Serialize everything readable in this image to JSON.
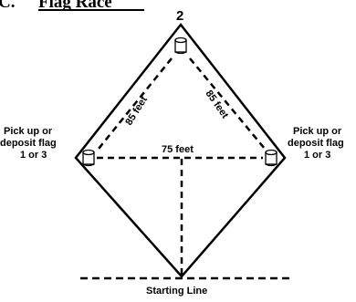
{
  "title": {
    "letter": "C.",
    "text": "Flag Race"
  },
  "markers": {
    "top_number": "2"
  },
  "labels": {
    "left_line1": "Pick up or",
    "left_line2": "deposit flag",
    "left_line3": "1 or 3",
    "right_line1": "Pick up or",
    "right_line2": "deposit flag",
    "right_line3": "1 or 3",
    "bottom": "Starting Line"
  },
  "dimensions": {
    "left_diagonal": "85 feet",
    "right_diagonal": "85 feet",
    "horizontal": "75 feet"
  }
}
